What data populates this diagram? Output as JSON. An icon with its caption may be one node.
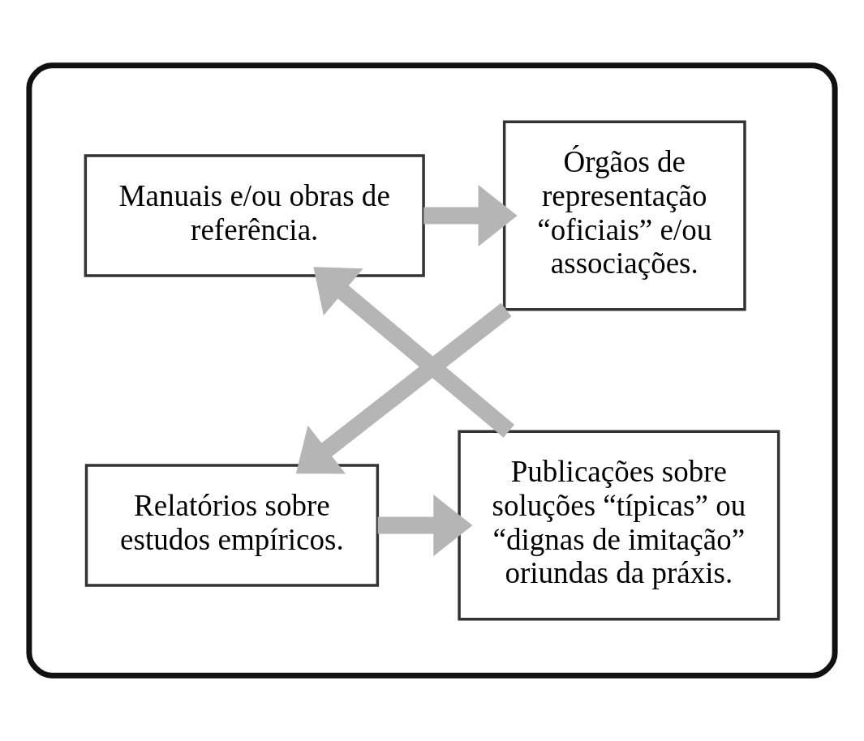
{
  "diagram": {
    "nodes": [
      {
        "text": [],
        "shape": "ellipse"
      },
      {
        "text": [
          "Manuais e/ou obras de referência."
        ],
        "in": 0
      },
      {
        "text": [
          "Órgãos de representação “oficiais” e/ou associações."
        ],
        "in": 0
      },
      {
        "text": [
          "Publicações sobre soluções “típicas” ou “dignas de imitação” oriundas da práxis."
        ],
        "in": 0
      },
      {
        "text": [
          "Relatórios sobre estudos empíricos."
        ],
        "in": 0
      }
    ],
    "edges": [
      {
        "from": 1,
        "to": 2,
        "arrow": "to"
      },
      {
        "from": 2,
        "to": 4,
        "arrow": "to"
      },
      {
        "from": 4,
        "to": 3,
        "arrow": "to"
      },
      {
        "from": 3,
        "to": 1,
        "arrow": "to"
      }
    ]
  }
}
